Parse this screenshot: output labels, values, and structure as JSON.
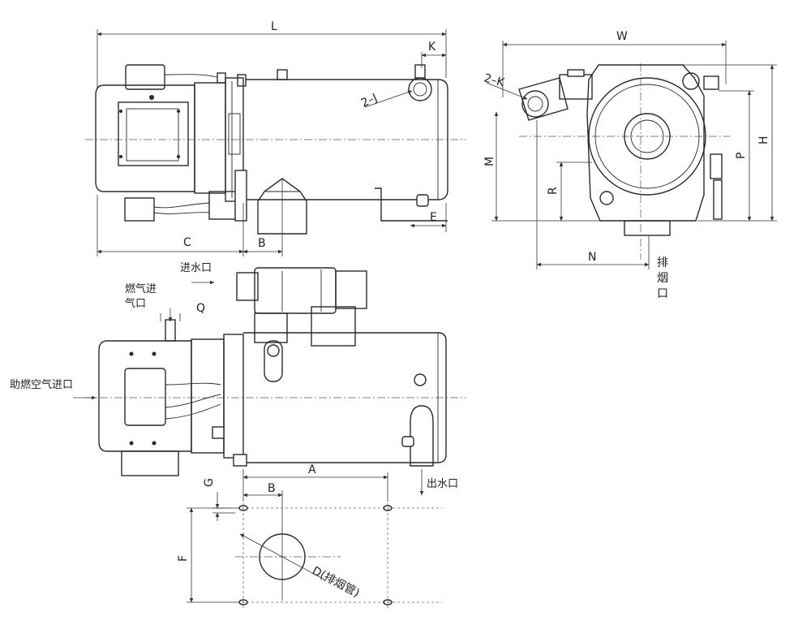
{
  "dimensions": {
    "L": "L",
    "K": "K",
    "J2": "2–J",
    "C": "C",
    "B_top": "B",
    "E": "E",
    "W": "W",
    "K2": "2–K",
    "M": "M",
    "R": "R",
    "H": "H",
    "P": "P",
    "N": "N",
    "Q": "Q",
    "A": "A",
    "B_bottom": "B",
    "G": "G",
    "F": "F",
    "D": "D(排烟管)"
  },
  "callouts": {
    "exhaust_chars": [
      "排",
      "烟",
      "口"
    ],
    "water_inlet": "进水口",
    "fuel_gas_inlet_line1": "燃气进",
    "fuel_gas_inlet_line2": "气口",
    "combustion_air_inlet": "助燃空气进口",
    "water_outlet": "出水口"
  }
}
